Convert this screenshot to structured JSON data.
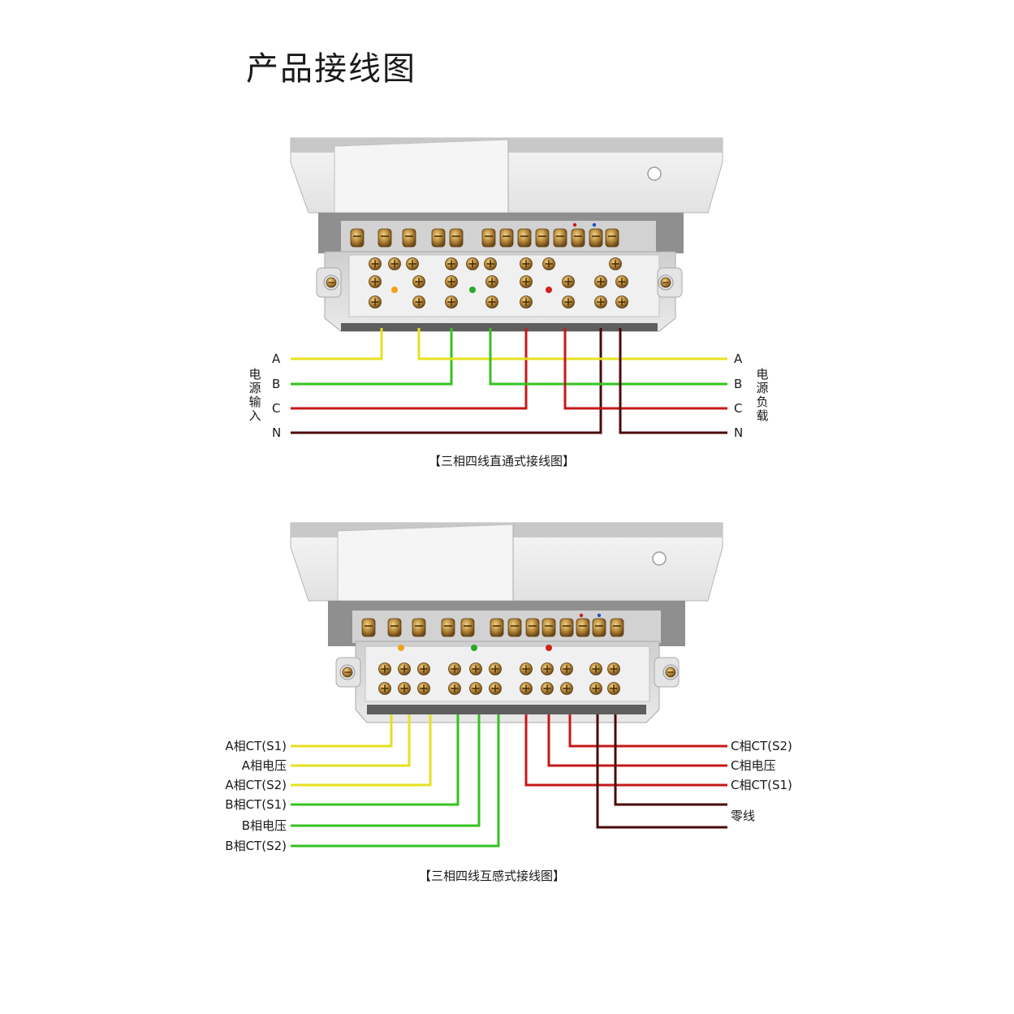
{
  "title": "产品接线图",
  "colors": {
    "yellow": "#e6e021",
    "green": "#34c21f",
    "red": "#c41818",
    "dark": "#4a0a0a",
    "meter_body": "#ececec",
    "terminal_brass": "#b88a3c"
  },
  "diagram1": {
    "caption": "【三相四线直通式接线图】",
    "left_group": "电源输入",
    "right_group": "电源负载",
    "left_labels": [
      "A",
      "B",
      "C",
      "N"
    ],
    "right_labels": [
      "A",
      "B",
      "C",
      "N"
    ]
  },
  "diagram2": {
    "caption": "【三相四线互感式接线图】",
    "left_labels": [
      "A相CT(S1)",
      "A相电压",
      "A相CT(S2)",
      "B相CT(S1)",
      "B相电压",
      "B相CT(S2)"
    ],
    "right_labels": [
      "C相CT(S2)",
      "C相电压",
      "C相CT(S1)",
      "零线"
    ]
  }
}
